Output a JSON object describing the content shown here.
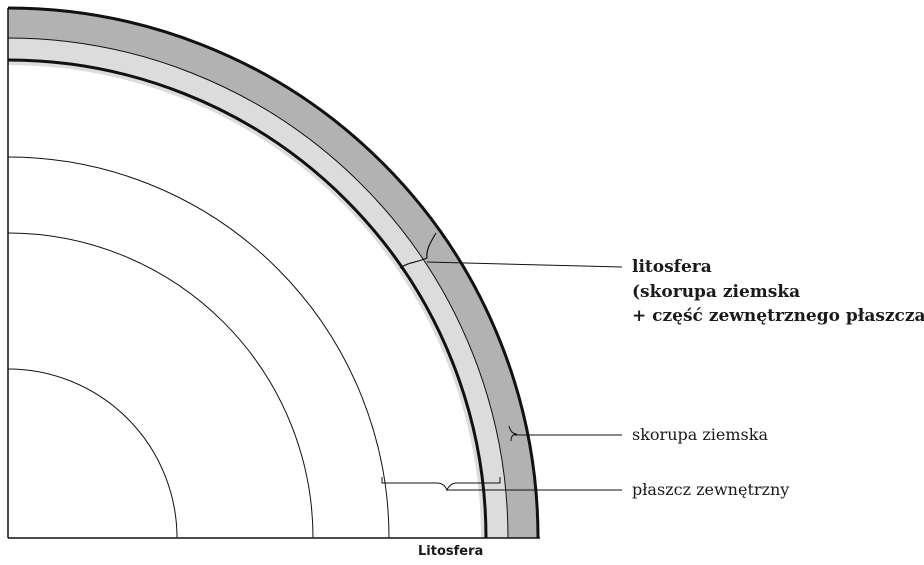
{
  "labels": {
    "lithosphere_line1": "litosfera",
    "lithosphere_line2": "(skorupa ziemska",
    "lithosphere_line3": "+ część zewnętrznego płaszcza)",
    "crust": "skorupa ziemska",
    "outer_mantle": "płaszcz zewnętrzny"
  },
  "caption": "Litosfera",
  "colors": {
    "crust_fill": "#b2b2b2",
    "lithospheric_mantle_fill": "#dcdcdc",
    "line": "#111111",
    "background": "#ffffff"
  }
}
